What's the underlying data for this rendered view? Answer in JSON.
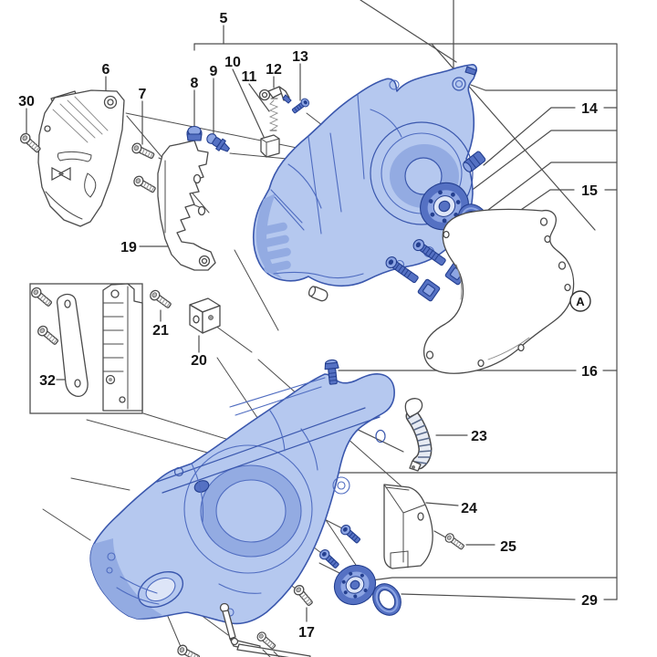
{
  "diagram": {
    "background": "#ffffff",
    "colors": {
      "background": "#ffffff",
      "line": "#4d4d4d",
      "label": "#141414",
      "part_fill": "#b5c8ef",
      "part_outline": "#3a57ad",
      "part_detail": "#4f6cc0",
      "part_shade": "#93abe2",
      "hw_mid": "#5571c3",
      "hw_dark": "#243f8f",
      "hw_light": "#8da5e3",
      "white_fill": "#ffffff",
      "white_outline": "#4a4a4a"
    },
    "callouts": {
      "c5": {
        "label": "5"
      },
      "c6": {
        "label": "6"
      },
      "c7": {
        "label": "7"
      },
      "c8": {
        "label": "8"
      },
      "c9": {
        "label": "9"
      },
      "c10": {
        "label": "10"
      },
      "c11": {
        "label": "11"
      },
      "c12": {
        "label": "12"
      },
      "c13": {
        "label": "13"
      },
      "c14": {
        "label": "14"
      },
      "c15": {
        "label": "15"
      },
      "c16": {
        "label": "16"
      },
      "c17": {
        "label": "17"
      },
      "c19": {
        "label": "19"
      },
      "c20": {
        "label": "20"
      },
      "c21": {
        "label": "21"
      },
      "c23": {
        "label": "23"
      },
      "c24": {
        "label": "24"
      },
      "c25": {
        "label": "25"
      },
      "c29": {
        "label": "29"
      },
      "c30": {
        "label": "30"
      },
      "c32": {
        "label": "32"
      }
    },
    "view_marker": {
      "label": "A"
    }
  }
}
